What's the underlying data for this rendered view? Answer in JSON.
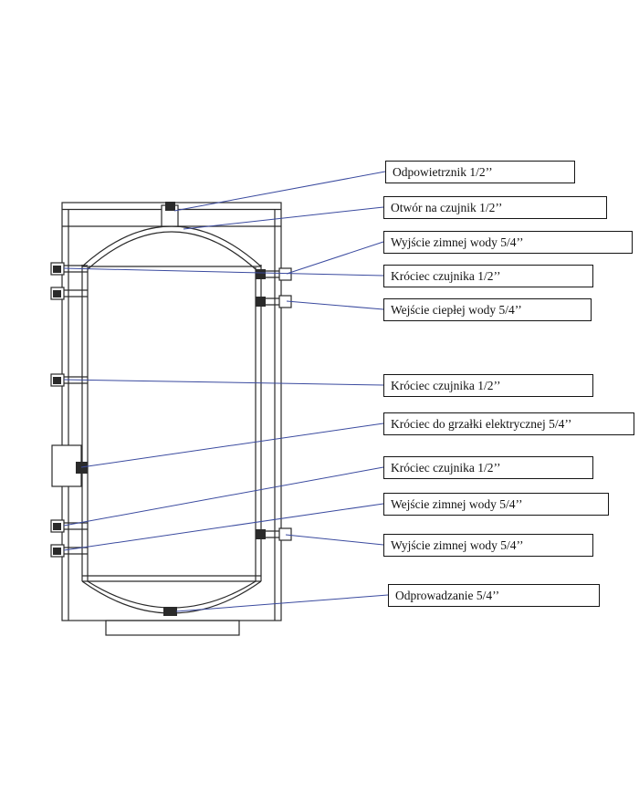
{
  "labels": [
    {
      "text": "Odpowietrznik 1/2’’"
    },
    {
      "text": "Otwór na czujnik 1/2’’"
    },
    {
      "text": "Wyjście zimnej wody 5/4’’"
    },
    {
      "text": "Króciec czujnika 1/2’’"
    },
    {
      "text": "Wejście ciepłej wody 5/4’’"
    },
    {
      "text": "Króciec czujnika 1/2’’"
    },
    {
      "text": "Króciec do grzałki elektrycznej 5/4’’"
    },
    {
      "text": "Króciec czujnika 1/2’’"
    },
    {
      "text": "Wejście zimnej wody 5/4’’"
    },
    {
      "text": "Wyjście zimnej wody 5/4’’"
    },
    {
      "text": "Odprowadzanie 5/4’’"
    }
  ],
  "colors": {
    "drawing": "#2a2a2a",
    "leader_line": "#3a4a9f",
    "label_border": "#141414",
    "background": "#ffffff"
  }
}
